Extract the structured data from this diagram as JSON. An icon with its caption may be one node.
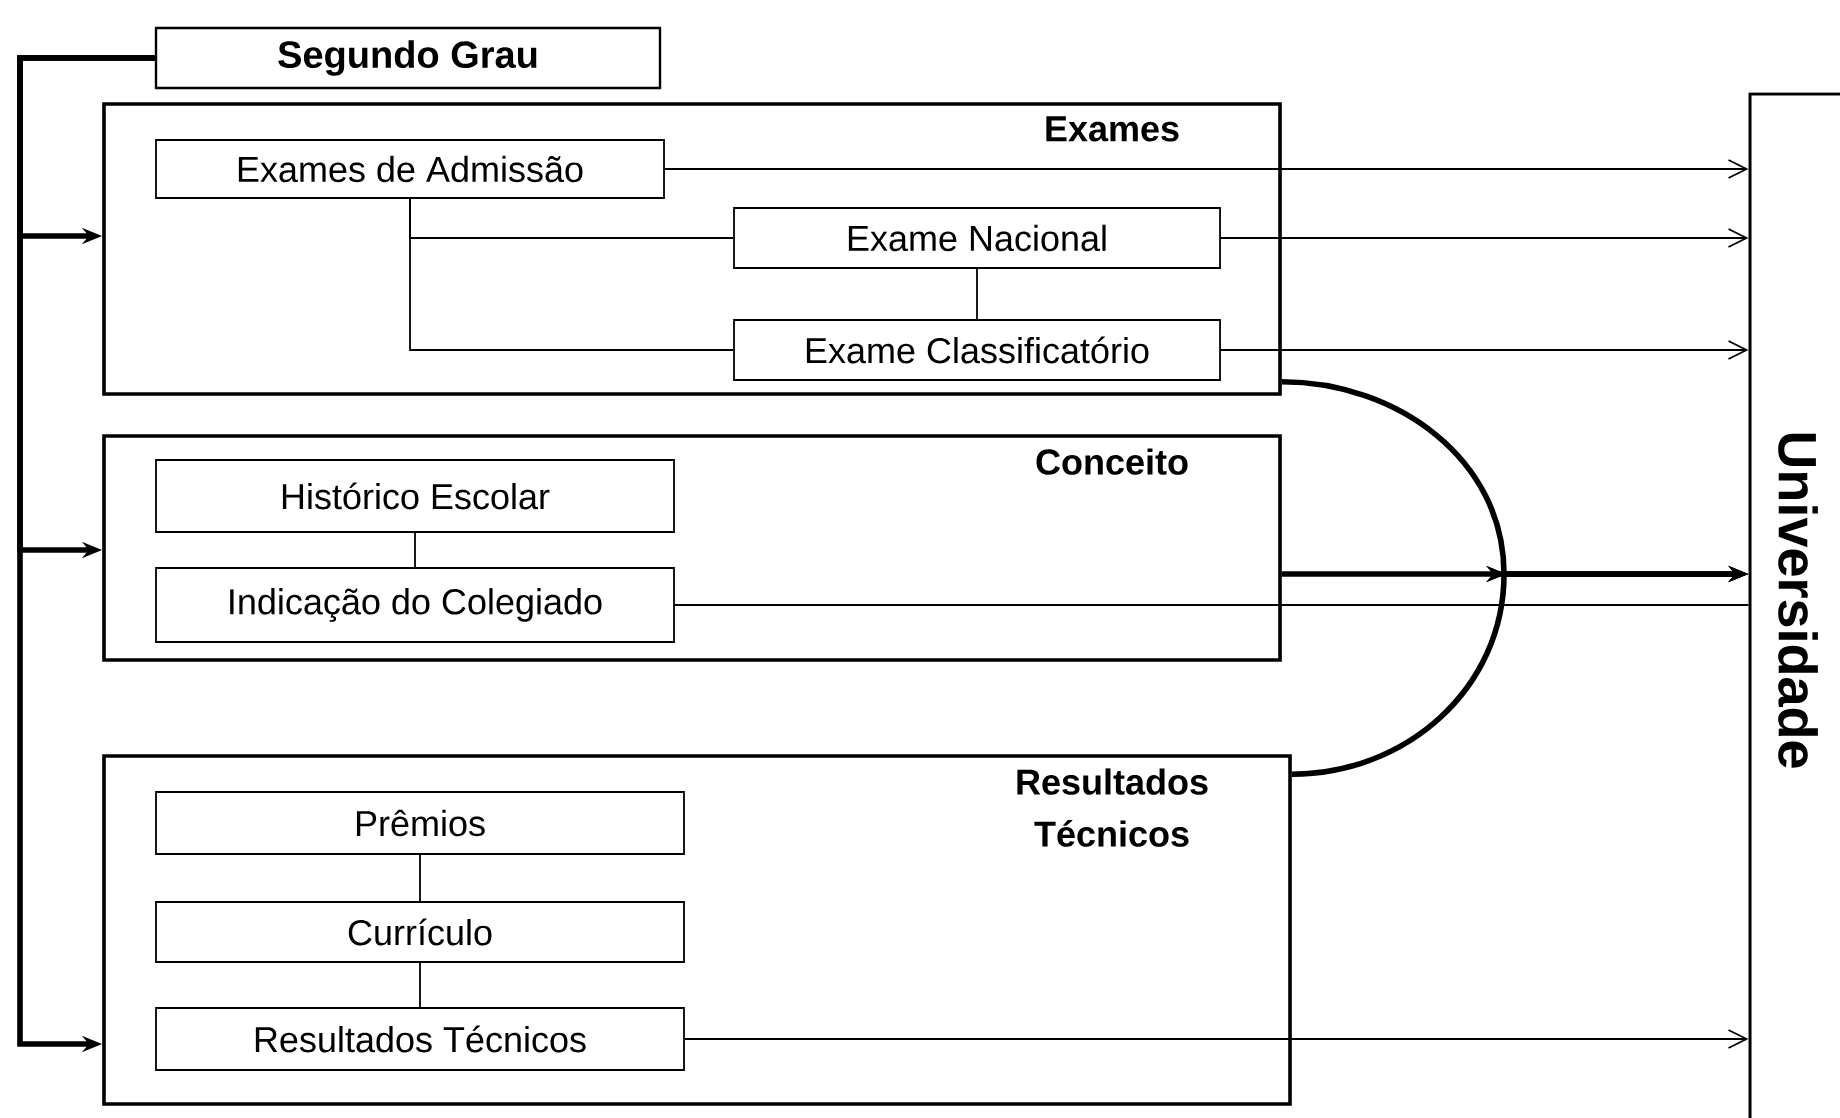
{
  "diagram": {
    "nodes": [
      {
        "text": [
          "Segundo Grau"
        ]
      },
      {
        "text": [
          "Exames"
        ]
      },
      {
        "text": [
          "Exames de Admissão"
        ],
        "in": 1
      },
      {
        "text": [
          "Exame Nacional"
        ],
        "in": 1
      },
      {
        "text": [
          "Exame Classificatório"
        ],
        "in": 1
      },
      {
        "text": [
          "Conceito"
        ]
      },
      {
        "text": [
          "Histórico Escolar"
        ],
        "in": 5
      },
      {
        "text": [
          "Indicação do Colegiado"
        ],
        "in": 5
      },
      {
        "text": [
          "Resultados Técnicos"
        ]
      },
      {
        "text": [
          "Prêmios"
        ],
        "in": 8
      },
      {
        "text": [
          "Currículo"
        ],
        "in": 8
      },
      {
        "text": [
          "Resultados Técnicos"
        ],
        "in": 8
      },
      {
        "text": [
          "Universidade"
        ]
      }
    ],
    "edges": [
      {
        "from": 0,
        "to": 1,
        "arrow": "to",
        "style": "thick"
      },
      {
        "from": 0,
        "to": 5,
        "arrow": "to",
        "style": "thick"
      },
      {
        "from": 0,
        "to": 8,
        "arrow": "to",
        "style": "thick"
      },
      {
        "from": 2,
        "to": 12,
        "arrow": "to"
      },
      {
        "from": 2,
        "to": 3,
        "arrow": "none"
      },
      {
        "from": 2,
        "to": 4,
        "arrow": "none"
      },
      {
        "from": 3,
        "to": 4,
        "arrow": "none"
      },
      {
        "from": 3,
        "to": 12,
        "arrow": "to"
      },
      {
        "from": 4,
        "to": 12,
        "arrow": "to"
      },
      {
        "from": 1,
        "to": 12,
        "arrow": "to",
        "style": "thick"
      },
      {
        "from": 5,
        "to": 12,
        "arrow": "to",
        "style": "thick"
      },
      {
        "from": 8,
        "to": 12,
        "arrow": "to",
        "style": "thick"
      },
      {
        "from": 6,
        "to": 7,
        "arrow": "none"
      },
      {
        "from": 7,
        "to": 12,
        "arrow": "none"
      },
      {
        "from": 9,
        "to": 10,
        "arrow": "none"
      },
      {
        "from": 10,
        "to": 11,
        "arrow": "none"
      },
      {
        "from": 11,
        "to": 12,
        "arrow": "to"
      }
    ]
  }
}
